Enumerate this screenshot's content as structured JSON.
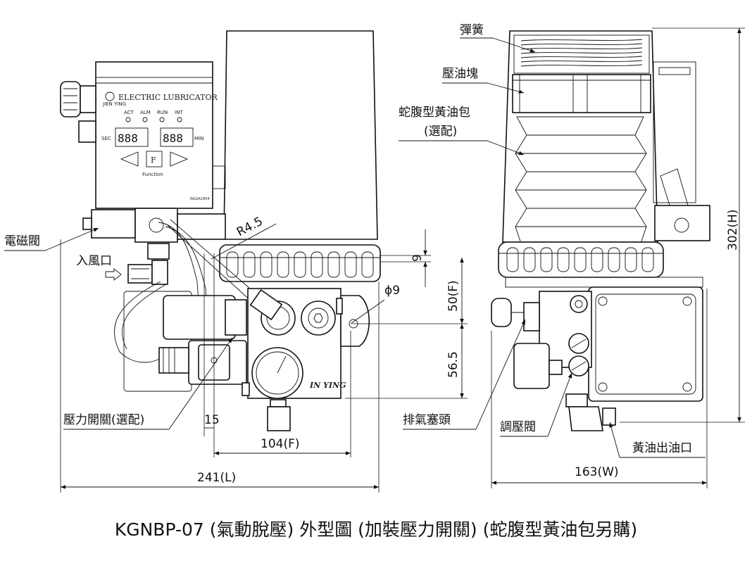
{
  "labels": {
    "spring": "彈簧",
    "pressure_block": "壓油塊",
    "bellows_line1": "蛇腹型黃油包",
    "bellows_line2": "(選配)",
    "solenoid_valve": "電磁閥",
    "air_inlet": "入風口",
    "pressure_switch": "壓力開關(選配)",
    "exhaust_plug": "排氣塞頭",
    "regulator_valve": "調壓閥",
    "grease_outlet": "黃油出油口"
  },
  "dimensions": {
    "height": "302(H)",
    "length": "241(L)",
    "width": "163(W)",
    "front": "104(F)",
    "d15": "15",
    "d9": "9",
    "d50": "50(F)",
    "d56": "56.5",
    "radius": "R4.5",
    "hole": "ϕ9"
  },
  "panel": {
    "title": "ELECTRIC  LUBRICATOR",
    "brand": "JIEN YING",
    "act": "ACT",
    "alm": "ALM",
    "run": "RUN",
    "int": "INT",
    "sec": "SEC",
    "min": "MIN",
    "f_key": "F",
    "function": "Function",
    "digits_left": "888",
    "digits_right": "888",
    "model_code": "NGGA1804"
  },
  "body_text": "IN YING",
  "caption": "KGNBP-07 (氣動脫壓) 外型圖 (加裝壓力開關) (蛇腹型黃油包另購)"
}
